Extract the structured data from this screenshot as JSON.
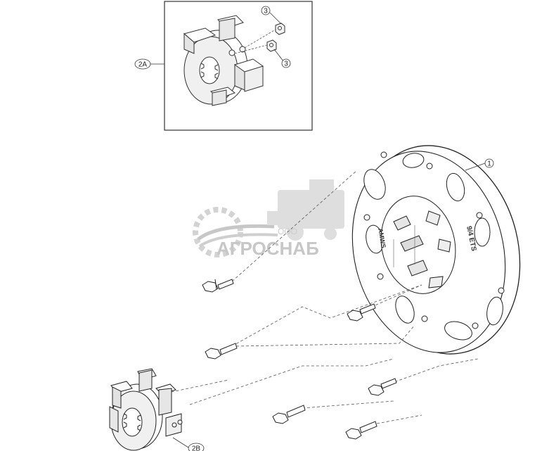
{
  "diagram": {
    "callouts": {
      "part_1": "1",
      "part_2a": "2A",
      "part_2b": "2B",
      "part_3_top": "3",
      "part_3_bottom": "3"
    },
    "watermark": {
      "company_prefix": "ООО",
      "company_name": "АГРОСНАБ"
    },
    "plate_marks": {
      "stamp_left": "AMWS",
      "stamp_right": "9/4 ETS"
    }
  }
}
